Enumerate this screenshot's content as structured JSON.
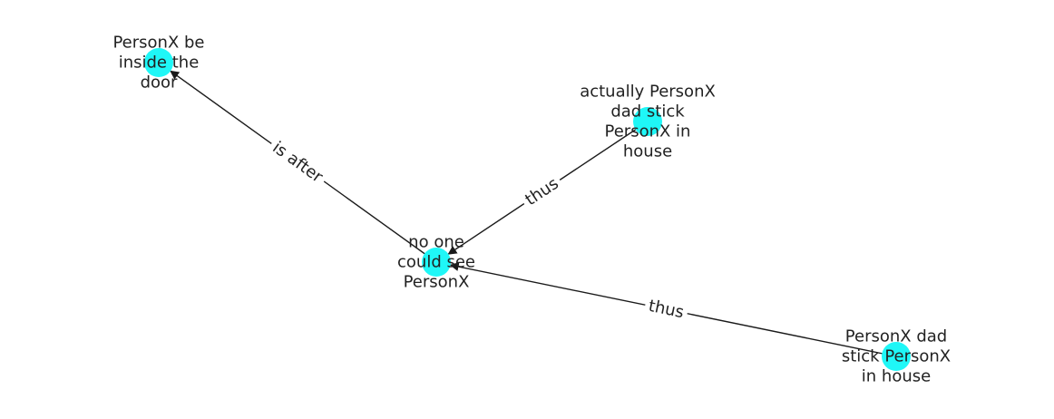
{
  "graph": {
    "node_color": "#1ff7f7",
    "edge_color": "#1a1a1a",
    "label_color": "#222222",
    "nodes": [
      {
        "id": "n1",
        "lines": [
          "PersonX be",
          "inside the",
          "door"
        ]
      },
      {
        "id": "n2",
        "lines": [
          "actually PersonX",
          "dad stick",
          "PersonX in",
          "house"
        ]
      },
      {
        "id": "n3",
        "lines": [
          "no one",
          "could see",
          "PersonX"
        ]
      },
      {
        "id": "n4",
        "lines": [
          "PersonX dad",
          "stick PersonX",
          "in house"
        ]
      }
    ],
    "edges": [
      {
        "from": "n3",
        "to": "n1",
        "label": "is after"
      },
      {
        "from": "n2",
        "to": "n3",
        "label": "thus"
      },
      {
        "from": "n4",
        "to": "n3",
        "label": "thus"
      }
    ]
  }
}
